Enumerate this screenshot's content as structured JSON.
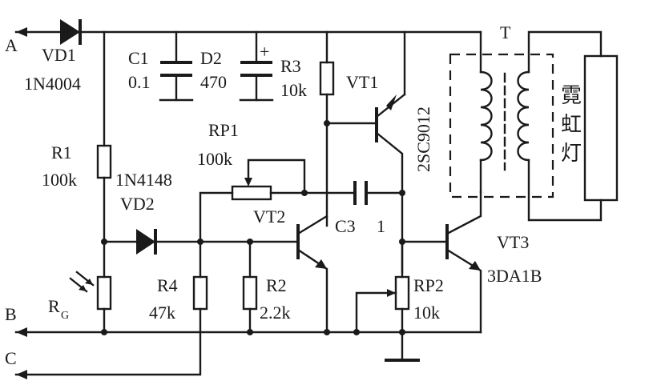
{
  "terminals": {
    "a": "A",
    "b": "B",
    "c": "C"
  },
  "components": {
    "vd1": {
      "ref": "VD1",
      "value": "1N4004"
    },
    "c1": {
      "ref": "C1",
      "value": "0.1"
    },
    "d2": {
      "ref": "D2",
      "value": "470",
      "polarity": "+"
    },
    "r3": {
      "ref": "R3",
      "value": "10k"
    },
    "vt1": {
      "ref": "VT1",
      "part": "2SC9012"
    },
    "t": {
      "ref": "T"
    },
    "lamp": {
      "c1": "霓",
      "c2": "虹",
      "c3": "灯"
    },
    "rp1": {
      "ref": "RP1",
      "value": "100k"
    },
    "r1": {
      "ref": "R1",
      "value": "100k"
    },
    "vd2": {
      "part": "1N4148",
      "ref": "VD2"
    },
    "vt2": {
      "ref": "VT2"
    },
    "c3": {
      "ref": "C3",
      "value": "1"
    },
    "vt3": {
      "ref": "VT3",
      "part": "3DA1B"
    },
    "rg": {
      "ref": "R",
      "sub": "G"
    },
    "r4": {
      "ref": "R4",
      "value": "47k"
    },
    "r2": {
      "ref": "R2",
      "value": "2.2k"
    },
    "rp2": {
      "ref": "RP2",
      "value": "10k"
    }
  }
}
